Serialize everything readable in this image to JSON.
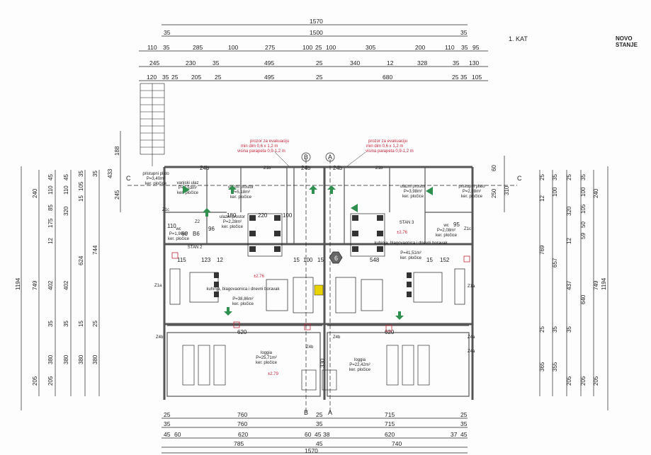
{
  "header": {
    "floor": "1. KAT",
    "state": "NOVO STANJE"
  },
  "top_dims": {
    "row1": [
      "1570"
    ],
    "row2": [
      "35",
      "1500",
      "35"
    ],
    "row3": [
      "110",
      "35",
      "285",
      "100",
      "275",
      "100",
      "25",
      "100",
      "305",
      "200",
      "110",
      "35",
      "95"
    ],
    "row4": [
      "245",
      "230",
      "35",
      "495",
      "25",
      "340",
      "12",
      "328",
      "35",
      "130"
    ],
    "row5": [
      "120",
      "35",
      "25",
      "205",
      "25",
      "495",
      "25",
      "680",
      "25",
      "35",
      "105"
    ]
  },
  "bottom_dims": {
    "row1": [
      "25",
      "760",
      "25",
      "715",
      "25"
    ],
    "row2": [
      "35",
      "760",
      "35",
      "715",
      "35"
    ],
    "row3": [
      "45",
      "60",
      "620",
      "60",
      "45",
      "38",
      "620",
      "37",
      "45"
    ],
    "row4": [
      "785",
      "45",
      "740"
    ],
    "row5": [
      "1570"
    ]
  },
  "left_dims": {
    "col_outer": [
      "1194"
    ],
    "col_a": [
      "240",
      "749",
      "205"
    ],
    "col_b": [
      "45",
      "110",
      "85",
      "175",
      "12",
      "402",
      "35",
      "380",
      "205"
    ],
    "col_c": [
      "45",
      "110",
      "320",
      "402",
      "35",
      "380"
    ],
    "col_d": [
      "35",
      "105",
      "15",
      "624",
      "15",
      "380"
    ],
    "col_e": [
      "35",
      "744",
      "25",
      "380"
    ],
    "col_f": [
      "188",
      "433",
      "245"
    ]
  },
  "right_dims": {
    "col_a": [
      "25",
      "12",
      "769",
      "25",
      "365"
    ],
    "col_b": [
      "35",
      "100",
      "657",
      "35",
      "355"
    ],
    "col_c": [
      "25",
      "320",
      "12",
      "437",
      "35",
      "205"
    ],
    "col_d": [
      "35",
      "100",
      "105",
      "50",
      "59",
      "640",
      "205"
    ],
    "col_e": [
      "240",
      "749",
      "205"
    ],
    "col_f": [
      "1194"
    ],
    "col_g": [
      "60",
      "250",
      "310"
    ]
  },
  "windows": [
    {
      "title": "prozor za evakuaciju",
      "size": "min dim 0,6 x 1,2 m",
      "sill": "visina parapeta 0,9-1,2 m"
    },
    {
      "title": "prozor za evakuaciju",
      "size": "min dim 0,6 x 1,2 m",
      "sill": "visina parapeta 0,9-1,2 m"
    }
  ],
  "rooms": [
    {
      "name": "pristupni plato",
      "area": "P=3,40m²",
      "finish": "ker. pločice"
    },
    {
      "name": "vanjski ulaz",
      "area": "P=2,53m²",
      "finish": "ker. pločice"
    },
    {
      "name": "ulazni prostor",
      "area": "P=5,18m²",
      "finish": "ker. pločice"
    },
    {
      "name": "ulazni prostor",
      "area": "P=2,28m²",
      "finish": "ker. pločice"
    },
    {
      "name": "wc",
      "area": "P=1,90m²",
      "finish": "ker. pločice"
    },
    {
      "name": "STAN 2",
      "area": "",
      "finish": ""
    },
    {
      "name": "kuhinja, blagovaonica i dnevni boravak",
      "area": "P=38,86m²",
      "finish": "ker. pločice"
    },
    {
      "name": "loggia",
      "area": "P=25,71m²",
      "finish": "ker. pločice"
    },
    {
      "name": "ulazni prostor",
      "area": "P=3,98m²",
      "finish": "ker. pločice"
    },
    {
      "name": "pristupni plato",
      "area": "P=2,88m²",
      "finish": "ker. pločice"
    },
    {
      "name": "STAN 3",
      "area": "",
      "finish": ""
    },
    {
      "name": "wc",
      "area": "P=2,08m²",
      "finish": "ker. pločice"
    },
    {
      "name": "kuhinja, blagovaonica i dnevni boravak",
      "area": "P=41,51m²",
      "finish": "ker. pločice"
    },
    {
      "name": "loggia",
      "area": "P=22,42m²",
      "finish": "ker. pločice"
    }
  ],
  "tags": {
    "z1a": "Z1a",
    "z1b": "Z1b",
    "z1c": "Z1c",
    "z2": "Z2",
    "z4a": "Z4a",
    "z4b": "Z4b",
    "z4b2": "Z4b",
    "z4b3": "Z4b",
    "z1a2": "Z1a",
    "z4a2": "Z4a",
    "z1b2": "Z1b",
    "z1c2": "Z1c",
    "hex": "6",
    "level1": "±2.76",
    "level2": "±2.76",
    "level3": "±2.79",
    "sec_b": "B",
    "sec_a": "A",
    "sec_c": "C",
    "sec_c2": "C"
  },
  "inner_dims": [
    "180",
    "220",
    "100",
    "115",
    "123",
    "12",
    "15",
    "100",
    "15",
    "548",
    "15",
    "152",
    "95",
    "110",
    "620",
    "620",
    "330",
    "60",
    "96",
    "B6",
    "24b",
    "24b",
    "24b"
  ],
  "colors": {
    "ink": "#222222",
    "red": "#c2263a",
    "green": "#2f8f4e",
    "yellow": "#e8d200",
    "wall": "#6f6f6f"
  }
}
